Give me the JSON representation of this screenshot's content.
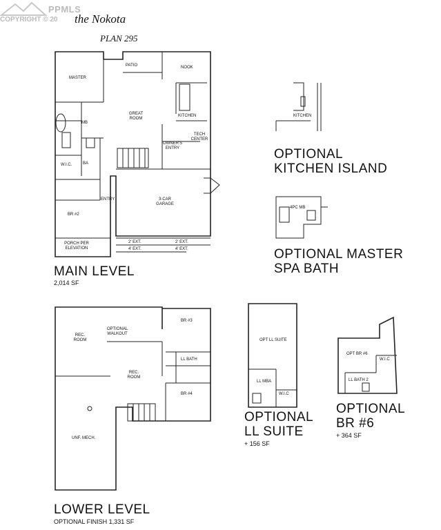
{
  "watermark": {
    "brand": "PPMLS",
    "copyright": "COPYRIGHT © 20"
  },
  "title": "the Nokota",
  "plan": "PLAN 295",
  "main_level": {
    "label": "MAIN LEVEL",
    "area": "2,014 SF",
    "rooms": {
      "patio": "PATIO",
      "nook": "NOOK",
      "master": "MASTER",
      "great_room": "GREAT ROOM",
      "kitchen": "KITCHEN",
      "mb": "MB",
      "tech_center": "TECH CENTER",
      "owners_entry": "OWNER'S ENTRY",
      "wic": "W.I.C.",
      "ba": "BA",
      "entry": "ENTRY",
      "garage": "3-CAR GARAGE",
      "br2": "BR #2",
      "porch": "PORCH PER ELEVATION",
      "ext1": "2' EXT.",
      "ext2": "4' EXT.",
      "ext3": "2' EXT.",
      "ext4": "4' EXT."
    }
  },
  "opt_kitchen": {
    "label_line1": "OPTIONAL",
    "label_line2": "KITCHEN ISLAND",
    "room": "KITCHEN"
  },
  "opt_master": {
    "label_line1": "OPTIONAL MASTER",
    "label_line2": "SPA BATH",
    "room": "4PC MB"
  },
  "lower_level": {
    "label": "LOWER LEVEL",
    "area": "OPTIONAL FINISH 1,331 SF",
    "rooms": {
      "rec1": "REC. ROOM",
      "walkout": "OPTIONAL WALKOUT",
      "br3": "BR #3",
      "ll_bath": "LL BATH",
      "rec2": "REC. ROOM",
      "br4": "BR #4",
      "mech": "UNF. MECH."
    }
  },
  "ll_suite": {
    "label_line1": "OPTIONAL",
    "label_line2": "LL SUITE",
    "area": "+ 156 SF",
    "rooms": {
      "suite": "OPT LL SUITE",
      "mba": "LL MBA",
      "wic": "W.I.C"
    }
  },
  "br6": {
    "label_line1": "OPTIONAL",
    "label_line2": "BR #6",
    "area": "+ 364 SF",
    "rooms": {
      "br": "OPT BR #6",
      "wic": "W.I.C",
      "bath": "LL BATH 2"
    }
  }
}
